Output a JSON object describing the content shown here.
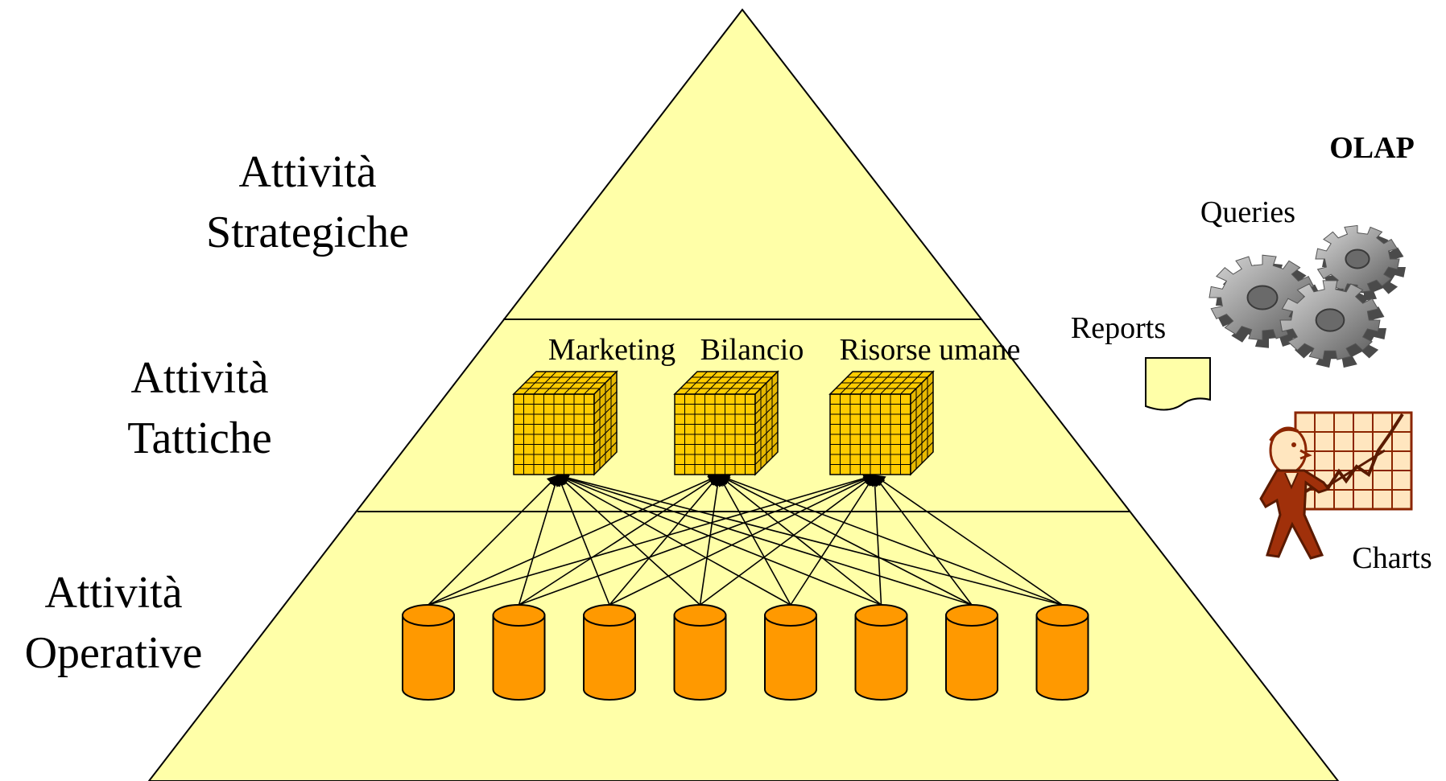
{
  "levels": {
    "strategic": {
      "line1": "Attività",
      "line2": "Strategiche"
    },
    "tactical": {
      "line1": "Attività",
      "line2": "Tattiche"
    },
    "operative": {
      "line1": "Attività",
      "line2": "Operative"
    }
  },
  "datamarts": [
    "Marketing",
    "Bilancio",
    "Risorse umane"
  ],
  "sources_count": 8,
  "tools": {
    "title": "OLAP",
    "queries": "Queries",
    "reports": "Reports",
    "charts": "Charts"
  },
  "colors": {
    "pyramid": "#FFFFA8",
    "cube": "#FFCC00",
    "cylinder": "#FF9900",
    "gear": "#8C8C8C",
    "figure": "#8B2500"
  }
}
